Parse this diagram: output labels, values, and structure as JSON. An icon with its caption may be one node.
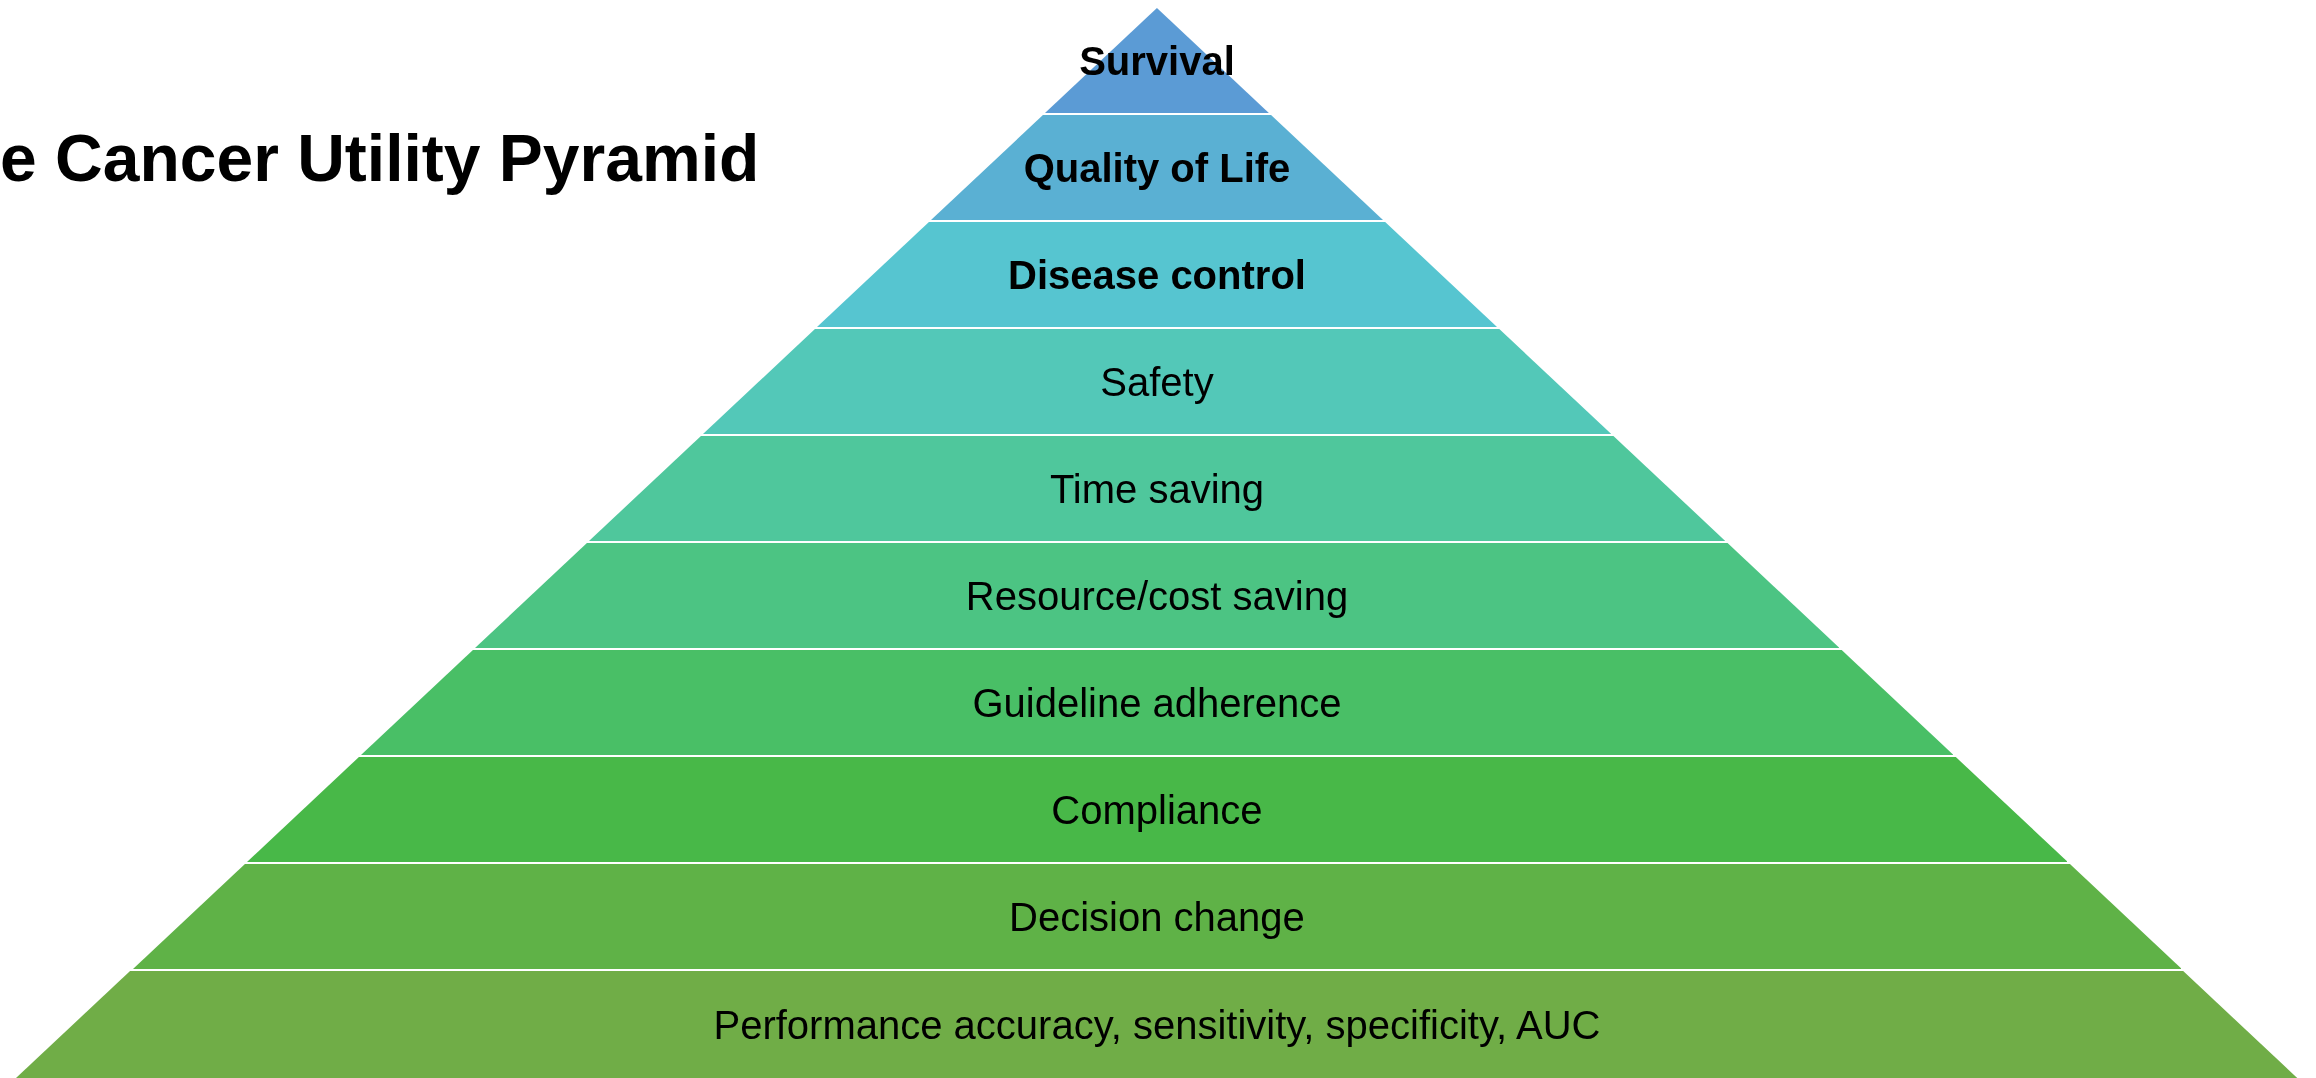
{
  "diagram": {
    "title": "e Cancer Utility Pyramid",
    "nodes": [
      {
        "text": [
          "Survival"
        ]
      },
      {
        "text": [
          "Quality of Life"
        ]
      },
      {
        "text": [
          "Disease control"
        ]
      },
      {
        "text": [
          "Safety"
        ]
      },
      {
        "text": [
          "Time saving"
        ]
      },
      {
        "text": [
          "Resource/cost saving"
        ]
      },
      {
        "text": [
          "Guideline adherence"
        ]
      },
      {
        "text": [
          "Compliance"
        ]
      },
      {
        "text": [
          "Decision change"
        ]
      },
      {
        "text": [
          "Performance accuracy, sensitivity, specificity, AUC"
        ]
      }
    ]
  }
}
